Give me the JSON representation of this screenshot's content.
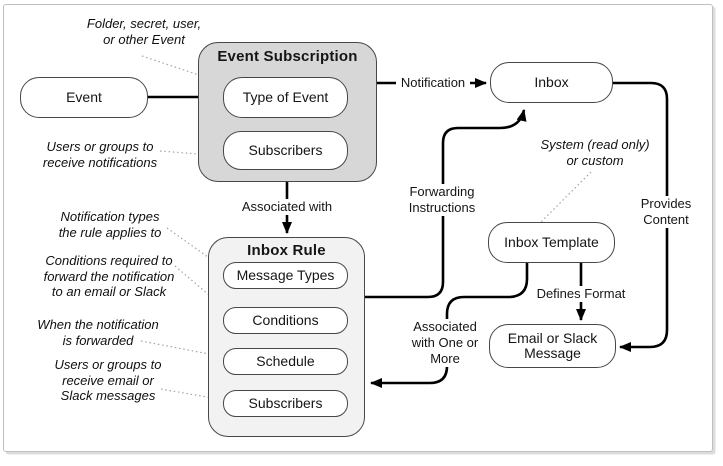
{
  "colors": {
    "event_subscription_fill": "#d7d7d7",
    "inbox_rule_fill": "#f2f2f2",
    "node_fill": "#ffffff",
    "node_border": "#474747",
    "connector": "#000000",
    "dotted_leader": "#a3a3a3",
    "frame_border": "#bfbfbf"
  },
  "nodes": {
    "event": {
      "label": "Event"
    },
    "event_subscription": {
      "title": "Event Subscription",
      "children": {
        "type_of_event": "Type of Event",
        "subscribers": "Subscribers"
      }
    },
    "inbox": {
      "label": "Inbox"
    },
    "inbox_rule": {
      "title": "Inbox Rule",
      "children": {
        "message_types": "Message Types",
        "conditions": "Conditions",
        "schedule": "Schedule",
        "subscribers": "Subscribers"
      }
    },
    "inbox_template": {
      "label": "Inbox Template"
    },
    "email_or_slack_message": {
      "label": "Email or Slack Message"
    }
  },
  "edge_labels": {
    "notification": "Notification",
    "associated_with": "Associated with",
    "forwarding_instructions": {
      "lines": [
        "Forwarding",
        "Instructions"
      ]
    },
    "provides_content": {
      "lines": [
        "Provides",
        "Content"
      ]
    },
    "defines_format": "Defines Format",
    "associated_with_one_or_more": {
      "lines": [
        "Associated",
        "with One or",
        "More"
      ]
    }
  },
  "annotations": {
    "folder_secret": {
      "lines": [
        "Folder, secret, user,",
        "or other Event"
      ]
    },
    "users_groups_notifications": {
      "lines": [
        "Users or groups to",
        "receive notifications"
      ]
    },
    "notification_types": {
      "lines": [
        "Notification types",
        "the rule applies to"
      ]
    },
    "conditions_required": {
      "lines": [
        "Conditions required to",
        "forward the notification",
        "to an email or Slack"
      ]
    },
    "when_forwarded": {
      "lines": [
        "When the notification",
        "is forwarded"
      ]
    },
    "users_groups_email": {
      "lines": [
        "Users or groups to",
        "receive email or",
        "Slack messages"
      ]
    },
    "system_read_only": {
      "lines": [
        "System (read only)",
        "or custom"
      ]
    }
  }
}
